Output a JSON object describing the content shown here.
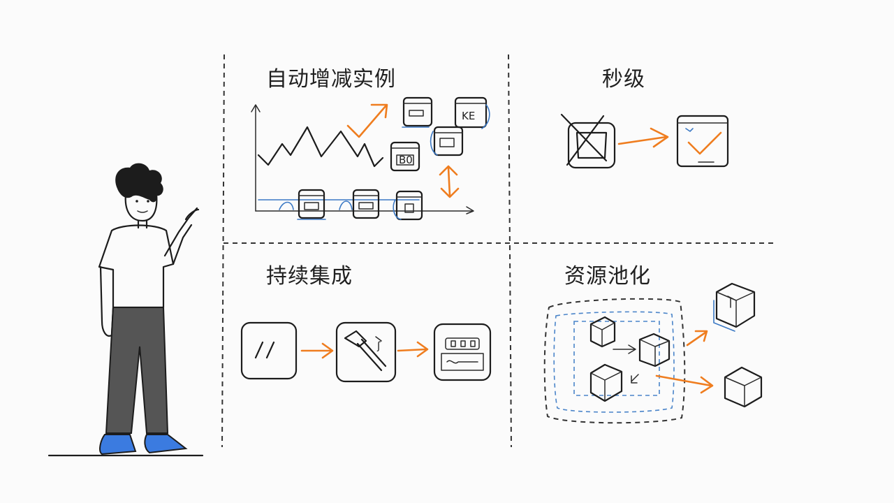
{
  "panels": {
    "autoscale": {
      "title": "自动增减实例"
    },
    "seconds": {
      "title": "秒级"
    },
    "ci": {
      "title": "持续集成"
    },
    "pooling": {
      "title": "资源池化"
    }
  },
  "icon_glyphs": {
    "instance_ke": "KE",
    "instance_b0": "B0"
  },
  "colors": {
    "ink": "#1c1c1c",
    "accent_orange": "#ef7d1f",
    "accent_blue": "#3a78c4",
    "shirt": "#ffffff",
    "pants": "#555555",
    "shoes": "#3b7be0"
  },
  "icons": [
    "person-pointing",
    "line-chart-icon",
    "server-instance-icon",
    "crossed-box-icon",
    "checked-box-icon",
    "code-slash-icon",
    "hammer-build-icon",
    "deploy-panel-icon",
    "cube-icon",
    "resource-pool-icon"
  ]
}
